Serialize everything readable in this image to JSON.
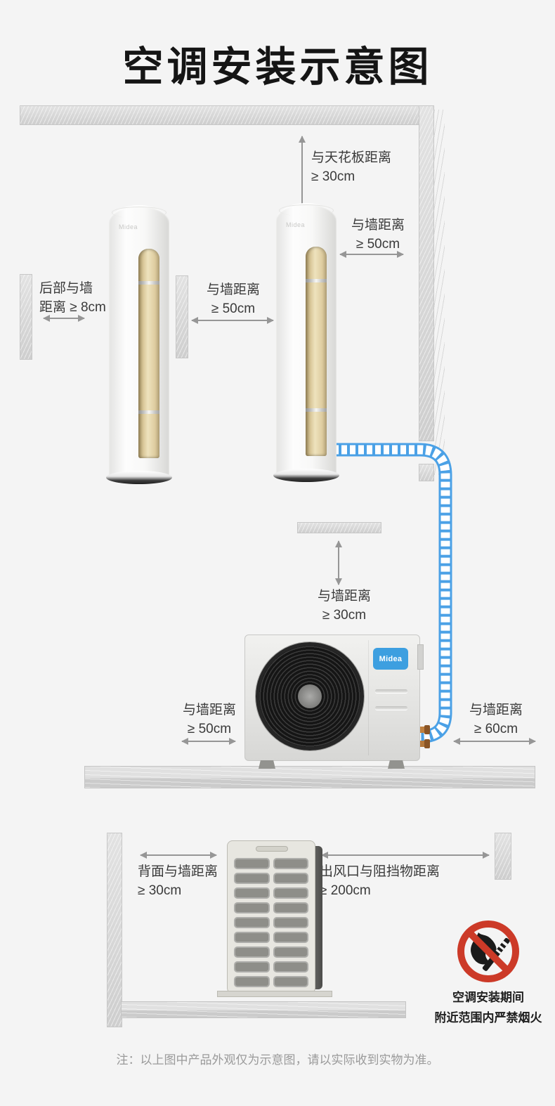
{
  "title": "空调安装示意图",
  "measurements": {
    "ceiling": {
      "name": "与天花板距离",
      "value": "≥ 30cm"
    },
    "right_wall": {
      "name": "与墙距离",
      "value": "≥ 50cm"
    },
    "rear_wall": {
      "name": "后部与墙",
      "value": "距离 ≥ 8cm"
    },
    "between_wall": {
      "name": "与墙距离",
      "value": "≥ 50cm"
    },
    "outdoor_above": {
      "name": "与墙距离",
      "value": "≥ 30cm"
    },
    "outdoor_left": {
      "name": "与墙距离",
      "value": "≥ 50cm"
    },
    "outdoor_right": {
      "name": "与墙距离",
      "value": "≥ 60cm"
    },
    "outdoor_back": {
      "name": "背面与墙距离",
      "value": "≥ 30cm"
    },
    "outdoor_outlet": {
      "name": "出风口与阻挡物距离",
      "value": "≥ 200cm"
    }
  },
  "warning": {
    "line1": "空调安装期间",
    "line2": "附近范围内严禁烟火"
  },
  "note": "注：以上图中产品外观仅为示意图，请以实际收到实物为准。",
  "brand": {
    "outdoor_logo": "Midea",
    "indoor_logo": "Midea"
  },
  "icons": {
    "warning": "no-open-flame-icon"
  },
  "colors": {
    "pipe_blue": "#4BA1E6",
    "brand_blue": "#3D9FE0",
    "warning_red": "#CC3A28",
    "gold_panel": "#D9C493",
    "wall_gray": "#DBDBDB",
    "label_text": "#3A3A3A",
    "note_text": "#9A9A9A"
  }
}
